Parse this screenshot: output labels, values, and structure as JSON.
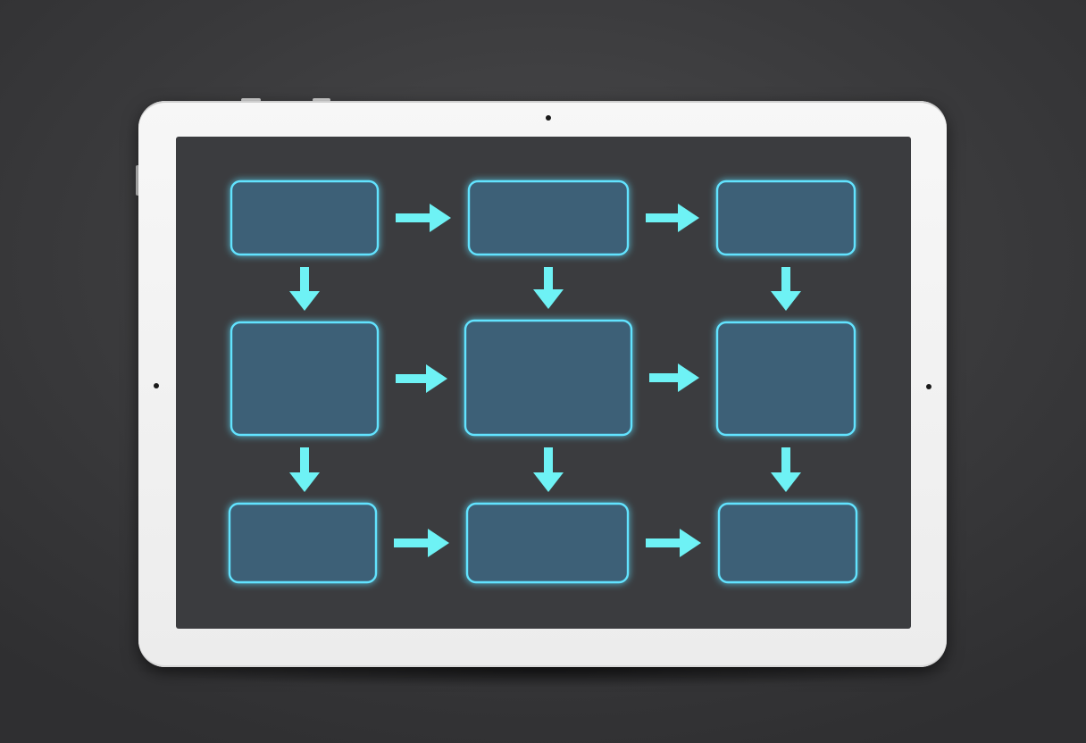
{
  "device": {
    "frame_color": "#f2f2f2",
    "screen_color": "#3b3c3f"
  },
  "flowchart": {
    "node_fill": "#3d6177",
    "node_stroke": "#62e3ff",
    "arrow_color": "#6ef2f5",
    "rows": 3,
    "columns": 3,
    "nodes": [
      {
        "id": "r1c1",
        "label": ""
      },
      {
        "id": "r1c2",
        "label": ""
      },
      {
        "id": "r1c3",
        "label": ""
      },
      {
        "id": "r2c1",
        "label": ""
      },
      {
        "id": "r2c2",
        "label": ""
      },
      {
        "id": "r2c3",
        "label": ""
      },
      {
        "id": "r3c1",
        "label": ""
      },
      {
        "id": "r3c2",
        "label": ""
      },
      {
        "id": "r3c3",
        "label": ""
      }
    ],
    "edges": [
      {
        "from": "r1c1",
        "to": "r1c2"
      },
      {
        "from": "r1c2",
        "to": "r1c3"
      },
      {
        "from": "r2c1",
        "to": "r2c2"
      },
      {
        "from": "r2c2",
        "to": "r2c3"
      },
      {
        "from": "r3c1",
        "to": "r3c2"
      },
      {
        "from": "r3c2",
        "to": "r3c3"
      },
      {
        "from": "r1c1",
        "to": "r2c1"
      },
      {
        "from": "r1c2",
        "to": "r2c2"
      },
      {
        "from": "r1c3",
        "to": "r2c3"
      },
      {
        "from": "r2c1",
        "to": "r3c1"
      },
      {
        "from": "r2c2",
        "to": "r3c2"
      },
      {
        "from": "r2c3",
        "to": "r3c3"
      }
    ]
  }
}
